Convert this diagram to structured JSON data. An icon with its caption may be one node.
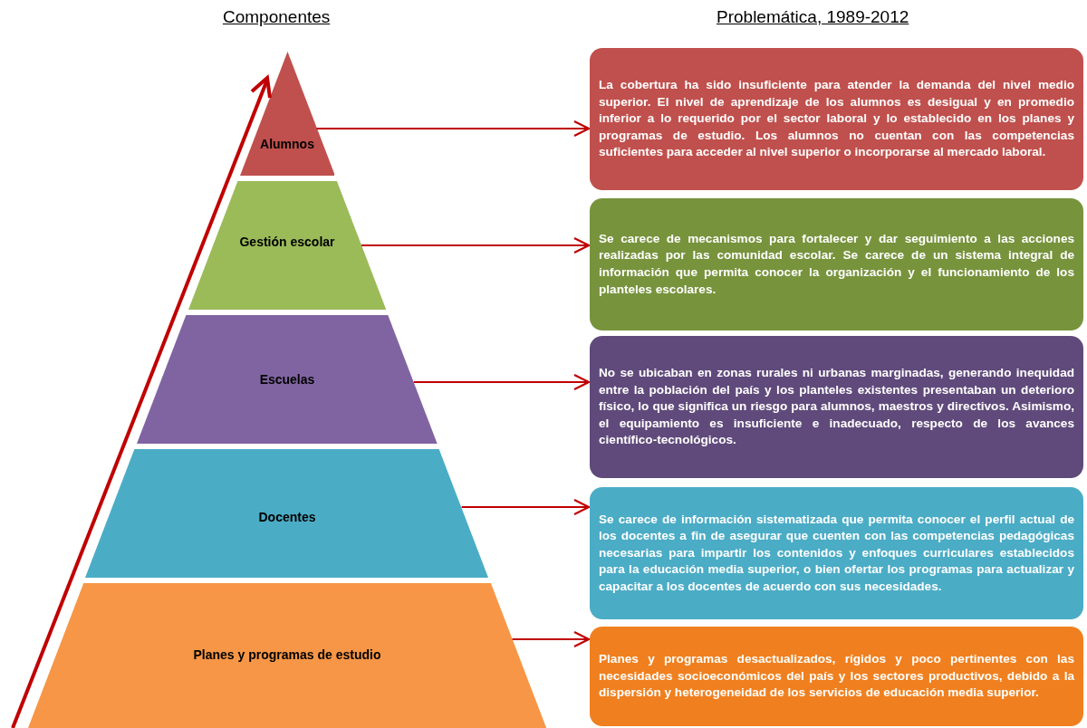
{
  "diagram": {
    "nodes": [
      {
        "text": [
          "Alumnos"
        ]
      },
      {
        "text": [
          "Gestión escolar"
        ]
      },
      {
        "text": [
          "Escuelas"
        ]
      },
      {
        "text": [
          "Docentes"
        ]
      },
      {
        "text": [
          "Planes y programas de estudio"
        ]
      },
      {
        "text": [
          "La cobertura ha sido insuficiente para atender la demanda del nivel medio superior. El nivel de aprendizaje de los alumnos es desigual y en promedio inferior a lo requerido por el sector laboral y lo establecido en los planes y programas de estudio. Los alumnos no cuentan con las competencias suficientes para acceder al nivel superior o incorporarse al mercado laboral."
        ]
      },
      {
        "text": [
          "Se carece de mecanismos para fortalecer y dar seguimiento a las acciones realizadas por las comunidad escolar. Se carece de un sistema integral de información que permita conocer la organización y el funcionamiento de los planteles escolares."
        ]
      },
      {
        "text": [
          "No se ubicaban en zonas rurales ni urbanas marginadas, generando inequidad entre la población del país y los planteles existentes presentaban un deterioro físico, lo que significa un riesgo para alumnos, maestros y directivos. Asimismo, el equipamiento es insuficiente e inadecuado, respecto de los avances científico-tecnológicos."
        ]
      },
      {
        "text": [
          "Se carece de información sistematizada que permita conocer el perfil actual de los docentes a fin de asegurar que cuenten con las competencias pedagógicas necesarias para impartir los contenidos y enfoques curriculares establecidos para la educación media superior, o bien ofertar los programas para actualizar y capacitar a los docentes  de acuerdo con sus necesidades."
        ]
      },
      {
        "text": [
          "Planes y programas desactualizados, rígidos y poco pertinentes  con las necesidades socioeconómicos del país y los sectores productivos, debido a la dispersión y heterogeneidad de los servicios de educación media superior."
        ]
      }
    ],
    "edges": [
      {
        "from": 0,
        "to": 5,
        "arrow": "to"
      },
      {
        "from": 1,
        "to": 6,
        "arrow": "to"
      },
      {
        "from": 2,
        "to": 7,
        "arrow": "to"
      },
      {
        "from": 3,
        "to": 8,
        "arrow": "to"
      },
      {
        "from": 4,
        "to": 9,
        "arrow": "to"
      }
    ],
    "labels": [
      "Componentes",
      "Problemática, 1989-2012"
    ]
  }
}
